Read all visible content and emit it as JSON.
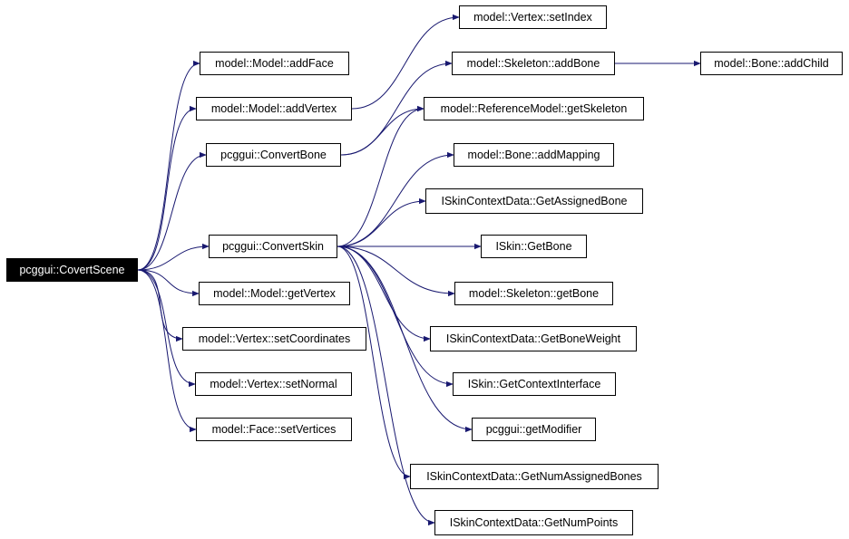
{
  "diagram": {
    "root": "pcggui::CovertScene",
    "nodes": {
      "covertscene": "pcggui::CovertScene",
      "addface": "model::Model::addFace",
      "addvertex": "model::Model::addVertex",
      "convertbone": "pcggui::ConvertBone",
      "convertskin": "pcggui::ConvertSkin",
      "getvertex": "model::Model::getVertex",
      "setcoordinates": "model::Vertex::setCoordinates",
      "setnormal": "model::Vertex::setNormal",
      "setvertices": "model::Face::setVertices",
      "setindex": "model::Vertex::setIndex",
      "addbone": "model::Skeleton::addBone",
      "addchild": "model::Bone::addChild",
      "getskeleton": "model::ReferenceModel::getSkeleton",
      "addmapping": "model::Bone::addMapping",
      "getassignedbone": "ISkinContextData::GetAssignedBone",
      "iskingetbone": "ISkin::GetBone",
      "skeletongetbone": "model::Skeleton::getBone",
      "getboneweight": "ISkinContextData::GetBoneWeight",
      "getcontextinterface": "ISkin::GetContextInterface",
      "getmodifier": "pcggui::getModifier",
      "getnumassignedbones": "ISkinContextData::GetNumAssignedBones",
      "getnumpoints": "ISkinContextData::GetNumPoints"
    },
    "edges": [
      [
        "covertscene",
        "addface"
      ],
      [
        "covertscene",
        "addvertex"
      ],
      [
        "covertscene",
        "convertbone"
      ],
      [
        "covertscene",
        "convertskin"
      ],
      [
        "covertscene",
        "getvertex"
      ],
      [
        "covertscene",
        "setcoordinates"
      ],
      [
        "covertscene",
        "setnormal"
      ],
      [
        "covertscene",
        "setvertices"
      ],
      [
        "addvertex",
        "setindex"
      ],
      [
        "convertbone",
        "addbone"
      ],
      [
        "convertbone",
        "getskeleton"
      ],
      [
        "addbone",
        "addchild"
      ],
      [
        "convertskin",
        "getskeleton"
      ],
      [
        "convertskin",
        "addmapping"
      ],
      [
        "convertskin",
        "getassignedbone"
      ],
      [
        "convertskin",
        "iskingetbone"
      ],
      [
        "convertskin",
        "skeletongetbone"
      ],
      [
        "convertskin",
        "getboneweight"
      ],
      [
        "convertskin",
        "getcontextinterface"
      ],
      [
        "convertskin",
        "getmodifier"
      ],
      [
        "convertskin",
        "getnumassignedbones"
      ],
      [
        "convertskin",
        "getnumpoints"
      ]
    ],
    "colors": {
      "edge": "#191970",
      "node_border": "#000000",
      "root_fill": "#000000",
      "root_text": "#ffffff",
      "background": "#ffffff"
    }
  }
}
